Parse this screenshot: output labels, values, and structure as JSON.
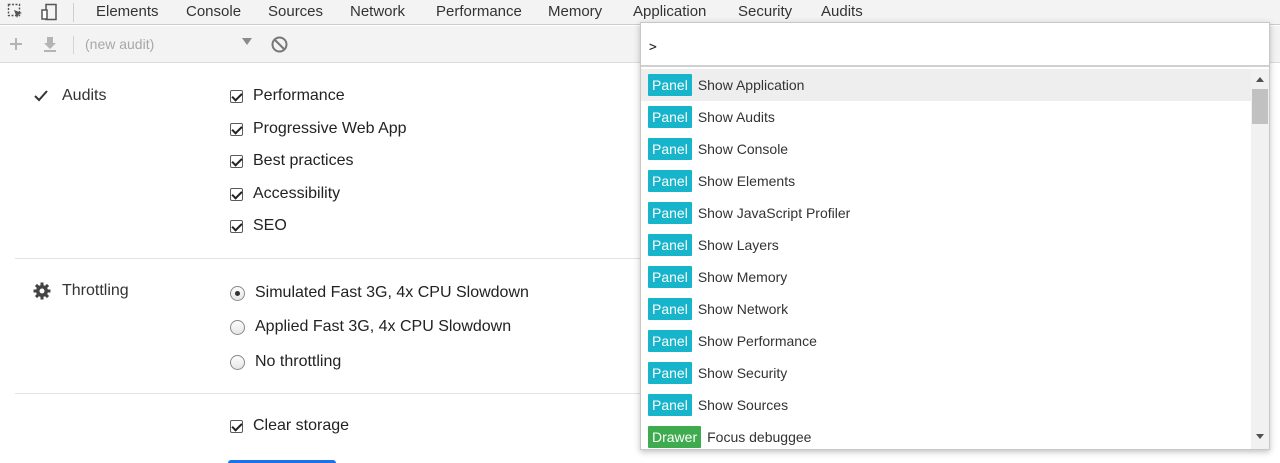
{
  "tabs": [
    "Elements",
    "Console",
    "Sources",
    "Network",
    "Performance",
    "Memory",
    "Application",
    "Security",
    "Audits"
  ],
  "toolbar": {
    "audit_select_value": "(new audit)"
  },
  "sections": {
    "audits": {
      "label": "Audits",
      "categories": [
        "Performance",
        "Progressive Web App",
        "Best practices",
        "Accessibility",
        "SEO"
      ]
    },
    "throttling": {
      "label": "Throttling",
      "options": [
        "Simulated Fast 3G, 4x CPU Slowdown",
        "Applied Fast 3G, 4x CPU Slowdown",
        "No throttling"
      ],
      "selected": "Simulated Fast 3G, 4x CPU Slowdown"
    },
    "clear_storage": {
      "label": "Clear storage"
    }
  },
  "command_menu": {
    "input_value": ">",
    "items": [
      {
        "badge": "Panel",
        "text": "Show Application"
      },
      {
        "badge": "Panel",
        "text": "Show Audits"
      },
      {
        "badge": "Panel",
        "text": "Show Console"
      },
      {
        "badge": "Panel",
        "text": "Show Elements"
      },
      {
        "badge": "Panel",
        "text": "Show JavaScript Profiler"
      },
      {
        "badge": "Panel",
        "text": "Show Layers"
      },
      {
        "badge": "Panel",
        "text": "Show Memory"
      },
      {
        "badge": "Panel",
        "text": "Show Network"
      },
      {
        "badge": "Panel",
        "text": "Show Performance"
      },
      {
        "badge": "Panel",
        "text": "Show Security"
      },
      {
        "badge": "Panel",
        "text": "Show Sources"
      },
      {
        "badge": "Drawer",
        "text": "Focus debuggee"
      }
    ]
  },
  "colors": {
    "panel_badge": "#17b5cc",
    "drawer_badge": "#3eab4f",
    "accent": "#1a73e8"
  },
  "icons": [
    "select-element-icon",
    "device-toolbar-icon",
    "plus-icon",
    "download-icon",
    "clear-icon",
    "checkmark-icon",
    "gear-icon"
  ]
}
